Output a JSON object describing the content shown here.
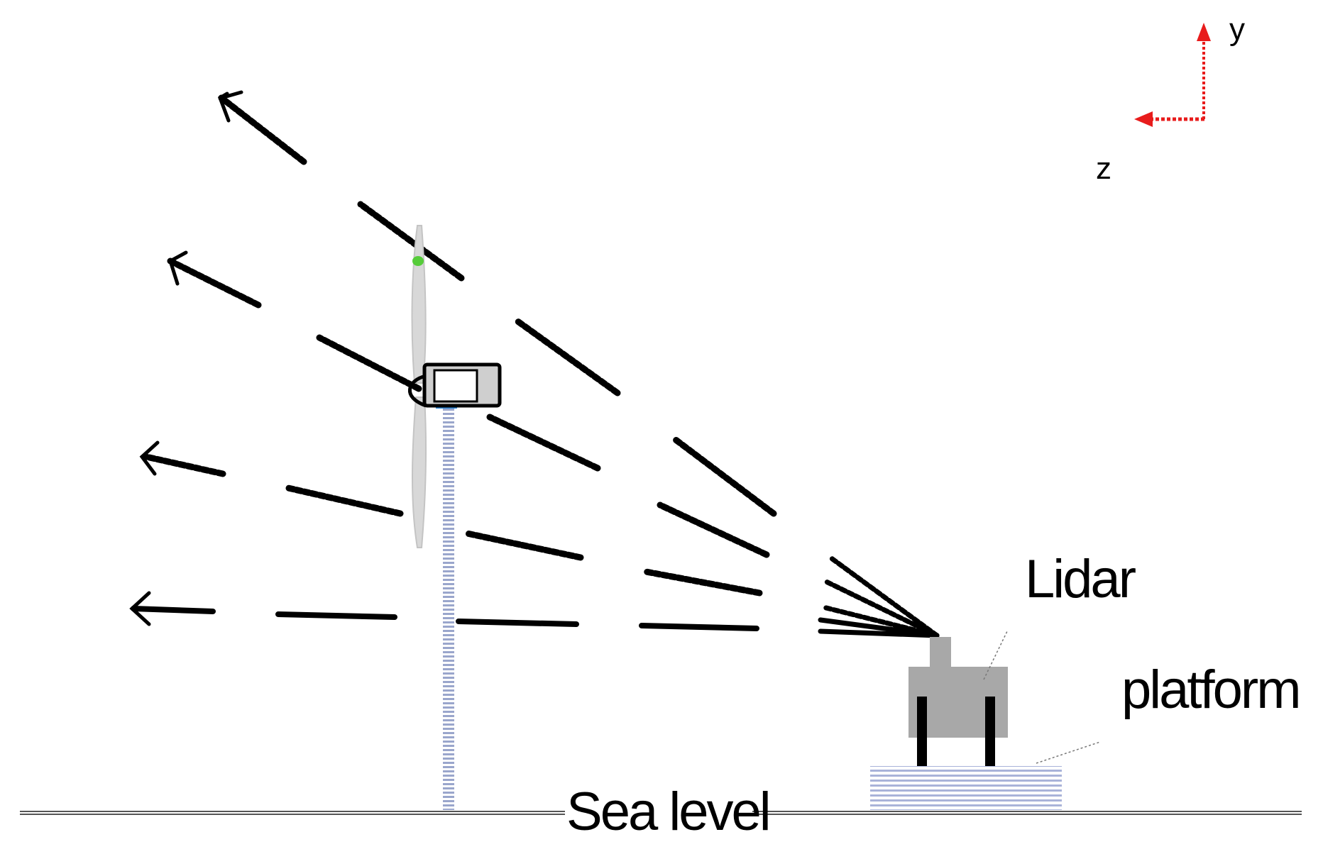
{
  "labels": {
    "lidar": "Lidar",
    "platform": "platform",
    "sea_level": "Sea level",
    "axis_y": "y",
    "axis_z": "z"
  },
  "colors": {
    "background": "#ffffff",
    "arrow": "#000000",
    "axis": "#e81c1c",
    "tower": "#9aa6cc",
    "platform": "#a9b3d9",
    "lidar_body": "#a8a8a8",
    "nacelle": "#cfcfcf",
    "rotor_blade": "#d8d8d8",
    "blade_tip": "#56cc3a",
    "hub_base": "#2a86d8",
    "sea_line": "#555555"
  },
  "icons": {
    "wind_turbine": "wind-turbine-icon",
    "lidar_device": "lidar-device-icon",
    "wind_vector": "wind-arrow-icon",
    "axis_arrow": "axis-arrow-icon"
  }
}
